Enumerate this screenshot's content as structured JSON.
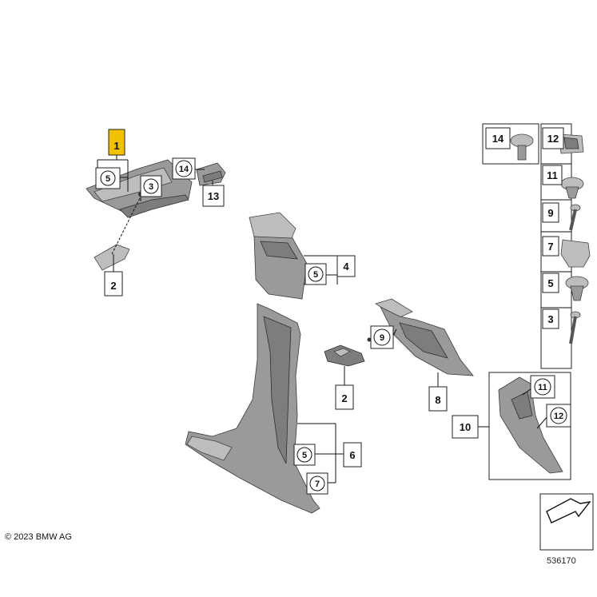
{
  "copyright": "© 2023 BMW AG",
  "diagram_number": "536170",
  "callouts": {
    "c1": "1",
    "c2a": "2",
    "c2b": "2",
    "c4": "4",
    "c6": "6",
    "c8": "8",
    "c10": "10",
    "c13": "13",
    "c14b": "14",
    "c12b": "12",
    "c11b": "11",
    "c9b": "9",
    "c7b": "7",
    "c5b": "5",
    "c3b": "3"
  },
  "circles": {
    "k5a": "5",
    "k3a": "3",
    "k14a": "14",
    "k5c": "5",
    "k9a": "9",
    "k5d": "5",
    "k7a": "7",
    "k11a": "11",
    "k12a": "12"
  },
  "colors": {
    "highlight": "#f2c200",
    "part": "#9a9a9a"
  }
}
